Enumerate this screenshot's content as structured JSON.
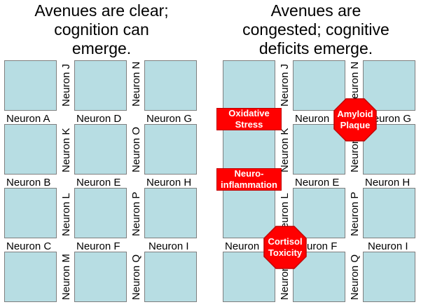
{
  "left_panel": {
    "title_lines": [
      "Avenues are clear;",
      "cognition can",
      "emerge."
    ],
    "horizontal_labels": [
      "Neuron A",
      "Neuron D",
      "Neuron G",
      "Neuron B",
      "Neuron E",
      "Neuron H",
      "Neuron C",
      "Neuron F",
      "Neuron I"
    ],
    "vertical_labels": [
      "Neuron J",
      "Neuron N",
      "Neuron K",
      "Neuron O",
      "Neuron L",
      "Neuron P",
      "Neuron M",
      "Neuron Q"
    ]
  },
  "right_panel": {
    "title_lines": [
      "Avenues are",
      "congested; cognitive",
      "deficits emerge."
    ],
    "horizontal_labels": [
      "Neuron",
      "Neuron G",
      "Neuron E",
      "Neuron H",
      "Neuron",
      "uron F",
      "Neuron I"
    ],
    "vertical_labels": [
      "Neuron J",
      "Neuron N",
      "Neuron K",
      "Neuron",
      "Neuron L",
      "Neuron P",
      "Neuron",
      "Neuron Q"
    ],
    "obstacles": {
      "oxidative_stress": [
        "Oxidative",
        "Stress"
      ],
      "neuroinflammation": [
        "Neuro-",
        "inflammation"
      ],
      "amyloid_plaque": [
        "Amyloid",
        "Plaque"
      ],
      "cortisol_toxicity": [
        "Cortisol",
        "Toxicity"
      ]
    }
  },
  "colors": {
    "block_fill": "#b7dde3",
    "obstacle_fill": "#ff0000",
    "obstacle_text": "#ffffff"
  }
}
